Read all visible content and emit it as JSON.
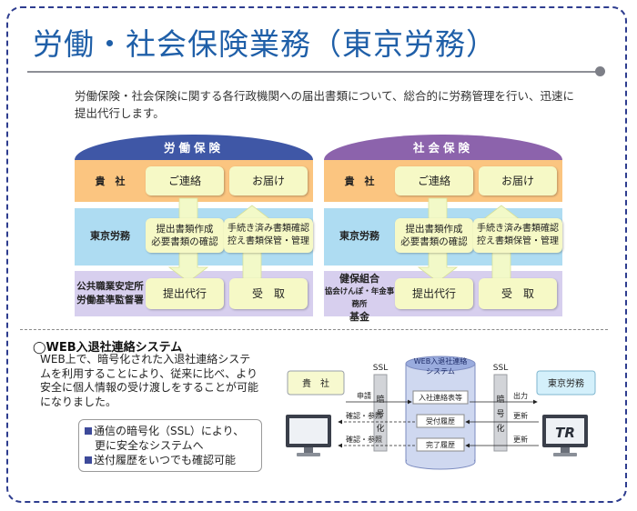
{
  "header": {
    "title": "労働・社会保険業務（東京労務）",
    "intro": "労働保険・社会保険に関する各行政機関への届出書類について、総合的に労務管理を行い、迅速に提出代行します。"
  },
  "colors": {
    "frame": "#2e3d8f",
    "title": "#1f5fa8",
    "labor_head": "#3f57a6",
    "social_head": "#8c63ac",
    "band_top": "#fbc580",
    "band_mid": "#aedcf2",
    "band_bottom": "#d7cfee",
    "box": "#f6f9c6",
    "arrow": "#f2f9c8"
  },
  "panels": [
    {
      "head": "労働保険",
      "rows": {
        "client": "貴　社",
        "tokyo": "東京労務",
        "agency": [
          "公共職業安定所",
          "労働基準監督署"
        ]
      },
      "boxes": {
        "contact": "ご連絡",
        "delivery": "お届け",
        "prepare": [
          "提出書類作成",
          "必要書類の確認"
        ],
        "check": [
          "手続き済み書類確認",
          "控え書類保管・管理"
        ],
        "submit": "提出代行",
        "receive": "受　取"
      }
    },
    {
      "head": "社会保険",
      "rows": {
        "client": "貴　社",
        "tokyo": "東京労務",
        "agency": [
          "健保組合",
          "協会けんぽ・年金事務所",
          "基金"
        ]
      },
      "boxes": {
        "contact": "ご連絡",
        "delivery": "お届け",
        "prepare": [
          "提出書類作成",
          "必要書類の確認"
        ],
        "check": [
          "手続き済み書類確認",
          "控え書類保管・管理"
        ],
        "submit": "提出代行",
        "receive": "受　取"
      }
    }
  ],
  "web": {
    "title": "◯WEB入退社連絡システム",
    "description": "WEB上で、暗号化された入退社連絡システムを利用することにより、従来に比べ、より安全に個人情報の受け渡しをすることが可能になりました。",
    "notes": [
      [
        "通信の暗号化（SSL）により、",
        "更に安全なシステムへ"
      ],
      [
        "送付履歴をいつでも確認可能"
      ]
    ],
    "diagram": {
      "client": "貴　社",
      "tokyo": "東京労務",
      "system": [
        "WEB入退社連絡",
        "システム"
      ],
      "ssl_left": "SSL",
      "ssl_right": "SSL",
      "encrypt": [
        "暗",
        "号",
        "化"
      ],
      "items": [
        "入社連絡表等",
        "受付履歴",
        "完了履歴"
      ],
      "left_labels": [
        "申請",
        "確認・参照",
        "確認・参照"
      ],
      "right_labels": [
        "出力",
        "更新",
        "更新"
      ],
      "monitor_logo": "TR"
    }
  }
}
